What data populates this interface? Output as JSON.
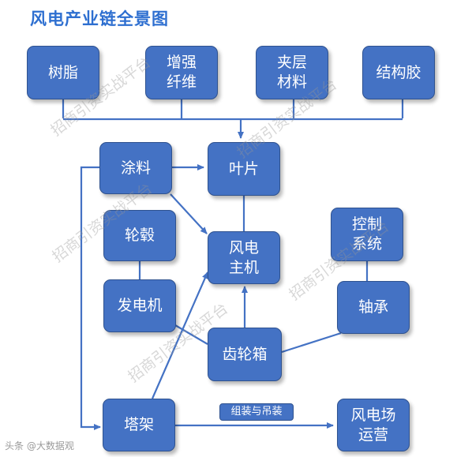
{
  "title": "风电产业链全景图",
  "nodes": {
    "resin": "树脂",
    "fiber": "增强\n纤维",
    "core": "夹层\n材料",
    "adhesive": "结构胶",
    "coating": "涂料",
    "blade": "叶片",
    "hub": "轮毂",
    "main": "风电\n主机",
    "control": "控制\n系统",
    "generator": "发电机",
    "bearing": "轴承",
    "gearbox": "齿轮箱",
    "tower": "塔架",
    "farm": "风电场\n运营"
  },
  "edge_label": "组装与吊装",
  "watermark": "招商引资实战平台",
  "corner_mark": "头条 @大数据观",
  "colors": {
    "box": "#4472c4",
    "box_border": "#2f528f",
    "line": "#4472c4",
    "title": "#2e6fd0"
  }
}
